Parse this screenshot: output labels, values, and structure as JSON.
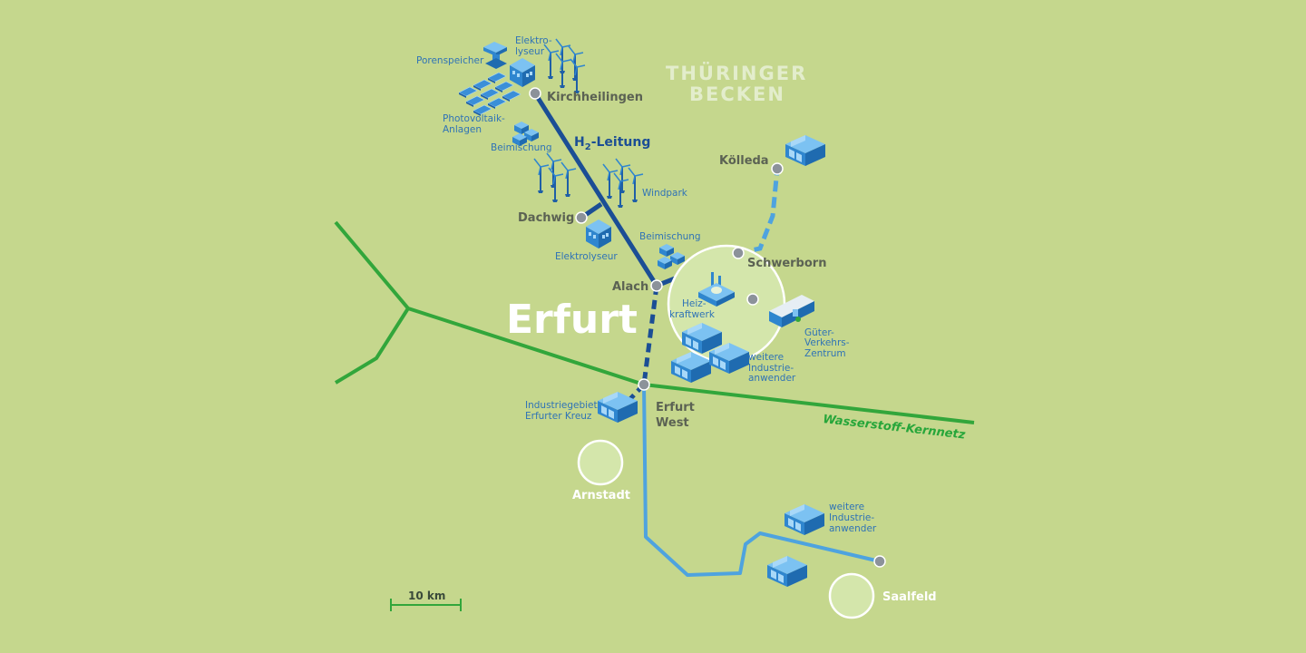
{
  "colors": {
    "background": "#c5d78d",
    "kernnetz": "#32a63b",
    "h2_leitung": "#1b4e95",
    "pipeline_light": "#4ea3df",
    "node": "#8c929a",
    "label_city": "#5b6253",
    "label_facility": "#2f73b6",
    "facility_blue": "#3e9ae0"
  },
  "map": {
    "region_label_line1": "THÜRINGER",
    "region_label_line2": "BECKEN",
    "main_city": "Erfurt",
    "h2_leitung_prefix": "H",
    "h2_leitung_subscript": "2",
    "h2_leitung_suffix": "-Leitung",
    "kernnetz_label": "Wasserstoff-Kernnetz",
    "scale_label": "10 km"
  },
  "nodes": {
    "kirchheilingen": "Kirchheilingen",
    "koelleda": "Kölleda",
    "dachwig": "Dachwig",
    "alach": "Alach",
    "schwerborn": "Schwerborn",
    "erfurt_west_1": "Erfurt",
    "erfurt_west_2": "West",
    "arnstadt": "Arnstadt",
    "saalfeld": "Saalfeld"
  },
  "facilities": {
    "elektrolyseur_top_1": "Elektro-",
    "elektrolyseur_top_2": "lyseur",
    "porenspeicher": "Porenspeicher",
    "photovoltaik_1": "Photovoltaik-",
    "photovoltaik_2": "Anlagen",
    "beimischung_top": "Beimischung",
    "windpark": "Windpark",
    "elektrolyseur_mid": "Elektrolyseur",
    "beimischung_mid": "Beimischung",
    "heizkraftwerk_1": "Heiz-",
    "heizkraftwerk_2": "kraftwerk",
    "gvz_1": "Güter-",
    "gvz_2": "Verkehrs-",
    "gvz_3": "Zentrum",
    "industrie_mid_1": "weitere",
    "industrie_mid_2": "Industrie-",
    "industrie_mid_3": "anwender",
    "industriegebiet_1": "Industriegebiet",
    "industriegebiet_2": "Erfurter Kreuz",
    "industrie_south_1": "weitere",
    "industrie_south_2": "Industrie-",
    "industrie_south_3": "anwender"
  }
}
